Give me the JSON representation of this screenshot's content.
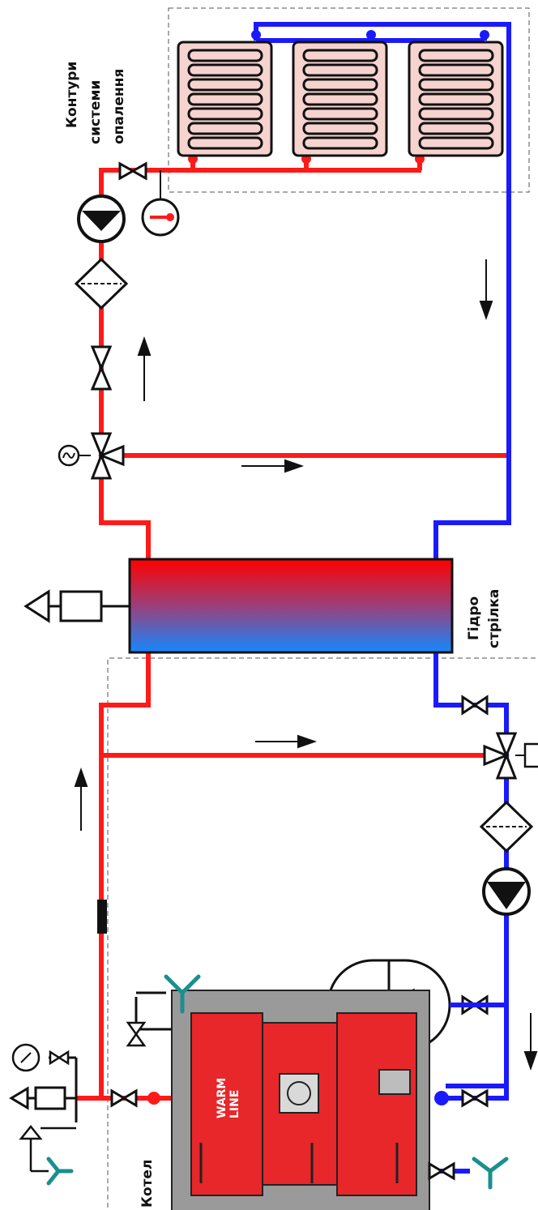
{
  "labels": {
    "heating_circuits_line1": "Контури",
    "heating_circuits_line2": "системи",
    "heating_circuits_line3": "опалення",
    "hydro_arrow_line1": "Гідро",
    "hydro_arrow_line2": "стрілка",
    "boiler": "Котел",
    "boiler_brand_line1": "WARM",
    "boiler_brand_line2": "LINE"
  },
  "colors": {
    "supply": "#ff1a1a",
    "return": "#1a1aff",
    "drain": "#1a8f8f",
    "radiator_fill": "#f6d3cf",
    "boiler_red": "#e8272a",
    "boiler_grey": "#9a9a9a",
    "hydro_gradient_start": "#ff0000",
    "hydro_gradient_end": "#1488ff"
  },
  "icons": [
    "radiator-icon",
    "pump-icon",
    "filter-icon",
    "ball-valve-icon",
    "three-way-valve-icon",
    "motor-actuator-icon",
    "thermometer-icon",
    "pressure-gauge-icon",
    "air-vent-icon",
    "safety-valve-icon",
    "expansion-tank-icon",
    "drain-funnel-icon",
    "flow-arrow-icon"
  ]
}
